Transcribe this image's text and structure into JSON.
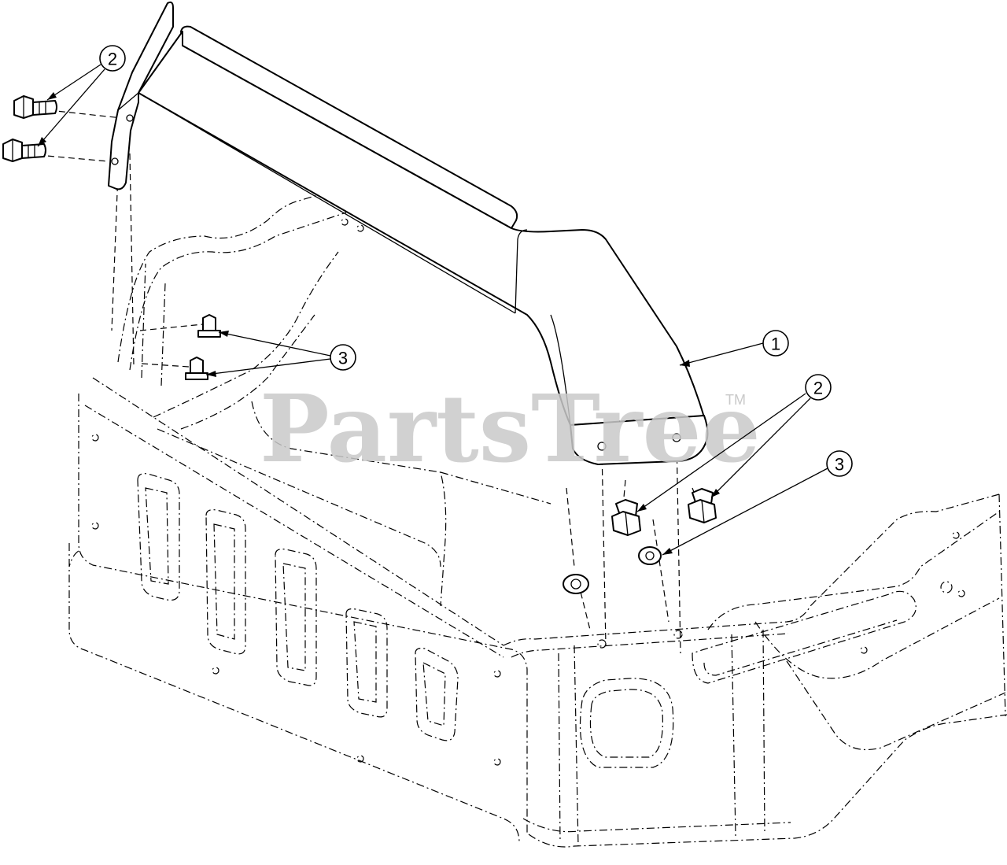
{
  "watermark": {
    "text": "PartsTree",
    "trademark": "TM"
  },
  "callouts": [
    {
      "id": "c1",
      "number": "1"
    },
    {
      "id": "c2a",
      "number": "2"
    },
    {
      "id": "c2b",
      "number": "2"
    },
    {
      "id": "c3a",
      "number": "3"
    },
    {
      "id": "c3b",
      "number": "3"
    }
  ]
}
